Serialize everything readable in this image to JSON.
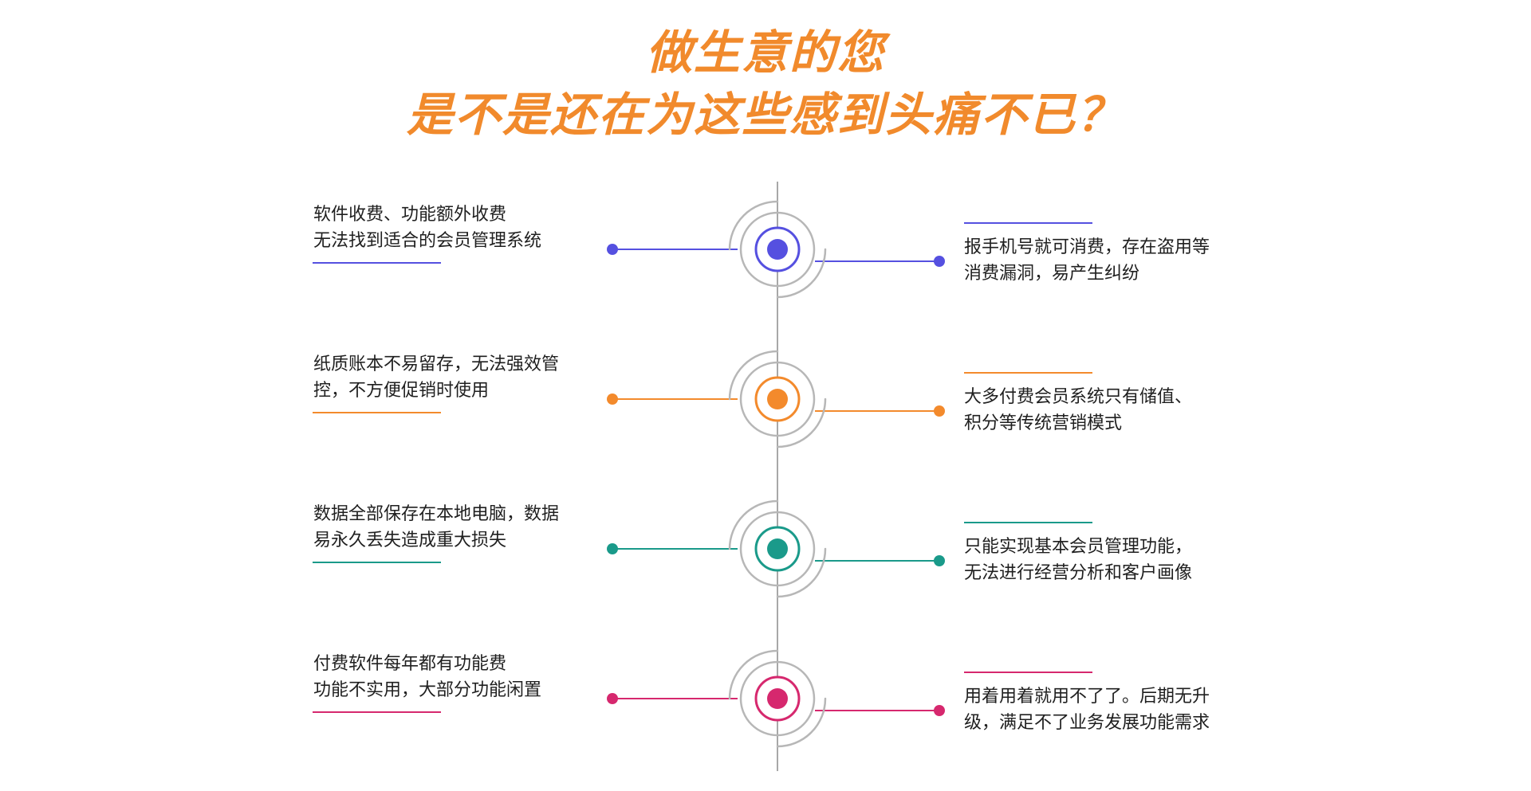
{
  "heading": {
    "line1": "做生意的您",
    "line2": "是不是还在为这些感到头痛不已？"
  },
  "rows": [
    {
      "color": "#5550e0",
      "left": [
        "软件收费、功能额外收费",
        "无法找到适合的会员管理系统"
      ],
      "right": [
        "报手机号就可消费，存在盗用等",
        "消费漏洞，易产生纠纷"
      ]
    },
    {
      "color": "#f38a2c",
      "left": [
        "纸质账本不易留存，无法强效管",
        "控，不方便促销时使用"
      ],
      "right": [
        "大多付费会员系统只有储值、",
        "积分等传统营销模式"
      ]
    },
    {
      "color": "#1a9a8a",
      "left": [
        "数据全部保存在本地电脑，数据",
        "易永久丢失造成重大损失"
      ],
      "right": [
        "只能实现基本会员管理功能，",
        "无法进行经营分析和客户画像"
      ]
    },
    {
      "color": "#d6286e",
      "left": [
        "付费软件每年都有功能费",
        "功能不实用，大部分功能闲置"
      ],
      "right": [
        "用着用着就用不了了。后期无升",
        "级，满足不了业务发展功能需求"
      ]
    }
  ]
}
